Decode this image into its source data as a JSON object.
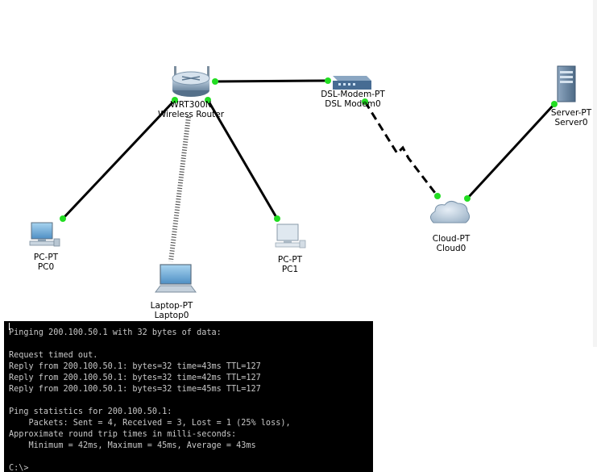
{
  "devices": {
    "router": {
      "model": "WRT300N",
      "name": "Wireless Router"
    },
    "modem": {
      "model": "DSL-Modem-PT",
      "name": "DSL Modem0"
    },
    "server": {
      "model": "Server-PT",
      "name": "Server0"
    },
    "cloud": {
      "model": "Cloud-PT",
      "name": "Cloud0"
    },
    "pc0": {
      "model": "PC-PT",
      "name": "PC0"
    },
    "pc1": {
      "model": "PC-PT",
      "name": "PC1"
    },
    "laptop": {
      "model": "Laptop-PT",
      "name": "Laptop0"
    }
  },
  "colors": {
    "link": "#000000",
    "port_up": "#22dd22",
    "console_bg": "#000000",
    "console_text": "#c8c8c8"
  },
  "console": {
    "lines": [
      "Pinging 200.100.50.1 with 32 bytes of data:",
      "",
      "Request timed out.",
      "Reply from 200.100.50.1: bytes=32 time=43ms TTL=127",
      "Reply from 200.100.50.1: bytes=32 time=42ms TTL=127",
      "Reply from 200.100.50.1: bytes=32 time=45ms TTL=127",
      "",
      "Ping statistics for 200.100.50.1:",
      "    Packets: Sent = 4, Received = 3, Lost = 1 (25% loss),",
      "Approximate round trip times in milli-seconds:",
      "    Minimum = 42ms, Maximum = 45ms, Average = 43ms",
      "",
      "C:\\>"
    ]
  }
}
